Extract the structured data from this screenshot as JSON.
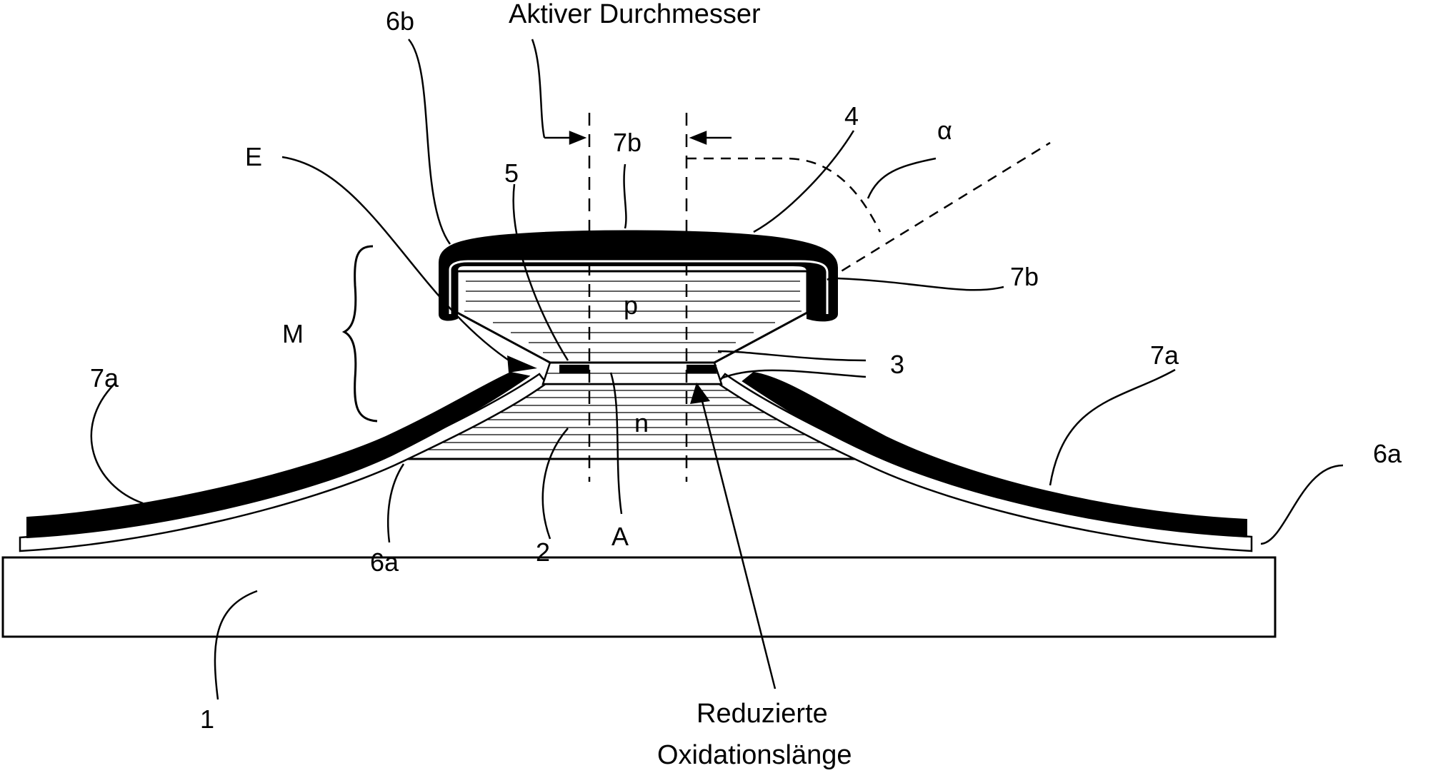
{
  "labels": {
    "active_diameter": "Aktiver Durchmesser",
    "reduced_oxidation_line1": "Reduzierte",
    "reduced_oxidation_line2": "Oxidationslänge",
    "ref_6b": "6b",
    "ref_7b_top": "7b",
    "ref_4": "4",
    "ref_alpha": "α",
    "ref_E": "E",
    "ref_5": "5",
    "ref_7b_right": "7b",
    "ref_M": "M",
    "ref_p": "p",
    "ref_3": "3",
    "ref_7a_left": "7a",
    "ref_7a_right": "7a",
    "ref_n": "n",
    "ref_6a_right": "6a",
    "ref_6a_left": "6a",
    "ref_2": "2",
    "ref_A": "A",
    "ref_1": "1"
  },
  "colors": {
    "ink": "#000000",
    "background": "#ffffff"
  }
}
